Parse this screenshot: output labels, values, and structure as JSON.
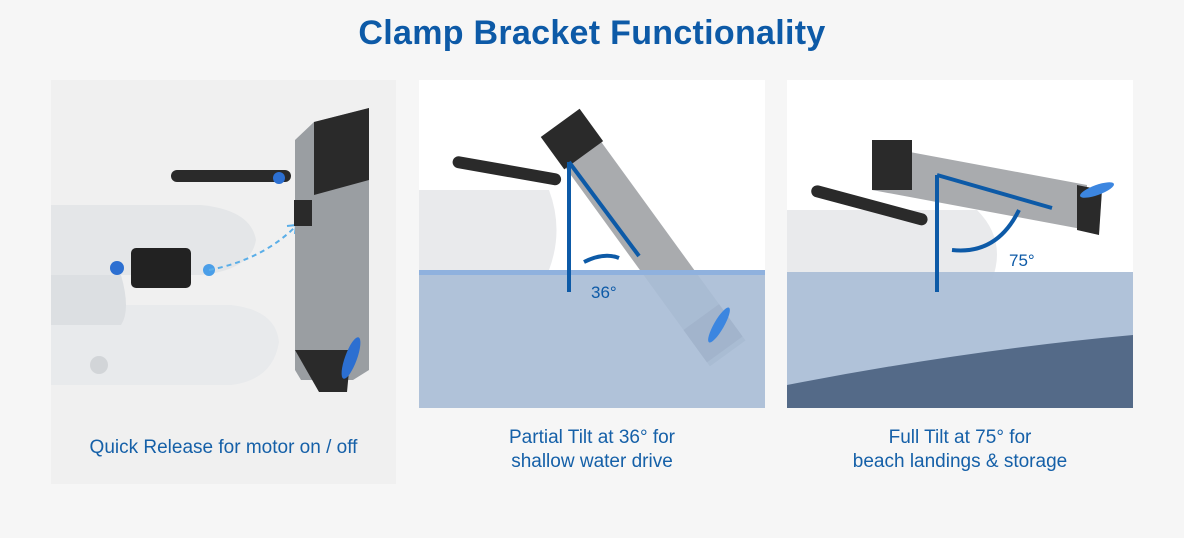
{
  "title": "Clamp Bracket Functionality",
  "panels": [
    {
      "caption_lines": [
        "Quick Release for motor on / off"
      ]
    },
    {
      "caption_lines": [
        "Partial Tilt at 36° for",
        "shallow water drive"
      ],
      "angle_label": "36°",
      "tilt_degrees": 36
    },
    {
      "caption_lines": [
        "Full Tilt at 75° for",
        "beach landings & storage"
      ],
      "angle_label": "75°",
      "tilt_degrees": 75
    }
  ],
  "colors": {
    "accent": "#0d5aa7",
    "water": "#a9bdd6",
    "deep_water": "#546a88",
    "background": "#f6f6f6"
  }
}
